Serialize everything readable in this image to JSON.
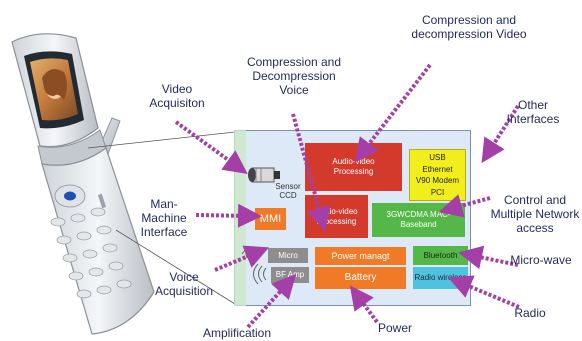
{
  "colors": {
    "arrow": "#a53fa8",
    "label_text": "#1f2a5a",
    "board_bg": "#dde9f6",
    "red_block": "#d33a2c",
    "yellow_block": "#f2ee1b",
    "green_block": "#54b748",
    "orange_block": "#f07a25",
    "gray_block": "#8d8d8d",
    "cyan_block": "#4fc2df"
  },
  "labels": {
    "compression_video": "Compression and decompression Video",
    "compression_voice": "Compression and Decompression Voice",
    "video_acquisition": "Video Acquisiton",
    "other_interfaces": "Other Interfaces",
    "man_machine": "Man-Machine Interface",
    "control_network": "Control and Multiple Network access",
    "micro_wave": "Micro-wave",
    "voice_acquisition": "Voice Acquisition",
    "radio": "Radio",
    "amplification": "Amplification",
    "power": "Power"
  },
  "blocks": {
    "sensor": "Sensor CCD",
    "audio_video_top": "Audio-video Processing",
    "audio_video_bottom": "Audio-video Processing",
    "interfaces": [
      "USB",
      "Ethernet",
      "V90 Modem",
      "PCI"
    ],
    "mmi": "MMI",
    "baseband": "3GWCDMA MAC-Baseband",
    "micro": "Micro",
    "power_management": "Power managt",
    "bluetooth": "Bluetooth",
    "bf_amp": "BF Amp",
    "battery": "Battery",
    "radio_wireless": "Radio wireless"
  },
  "icons": {
    "phone": "flip-phone-icon",
    "camera": "camera-lens-icon",
    "microphone": "microphone-wave-icon",
    "speaker": "speaker-wave-icon"
  }
}
